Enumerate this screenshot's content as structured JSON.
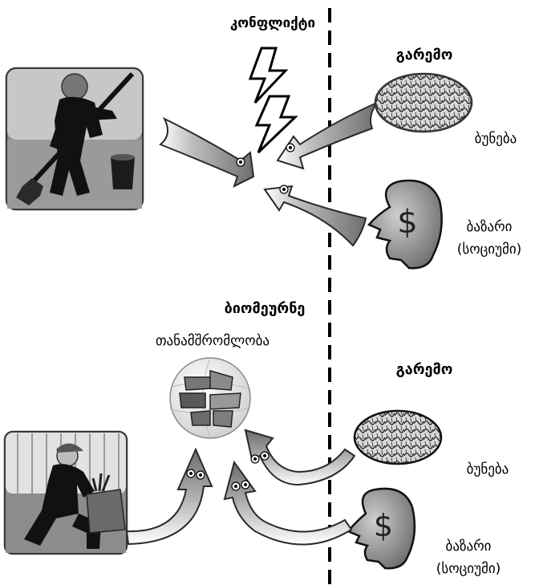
{
  "top": {
    "conflict_label": "კონფლიქტი",
    "environment_label": "გარემო",
    "nature_label": "ბუნება",
    "market_label_line1": "ბაზარი",
    "market_label_line2": "(სოციუმი)",
    "dollar_symbol": "$"
  },
  "bottom": {
    "title": "ბიომეურნე",
    "cooperation_label": "თანამშრომლობა",
    "environment_label": "გარემო",
    "nature_label": "ბუნება",
    "market_label_line1": "ბაზარი",
    "market_label_line2": "(სოციუმი)",
    "dollar_symbol": "$"
  }
}
